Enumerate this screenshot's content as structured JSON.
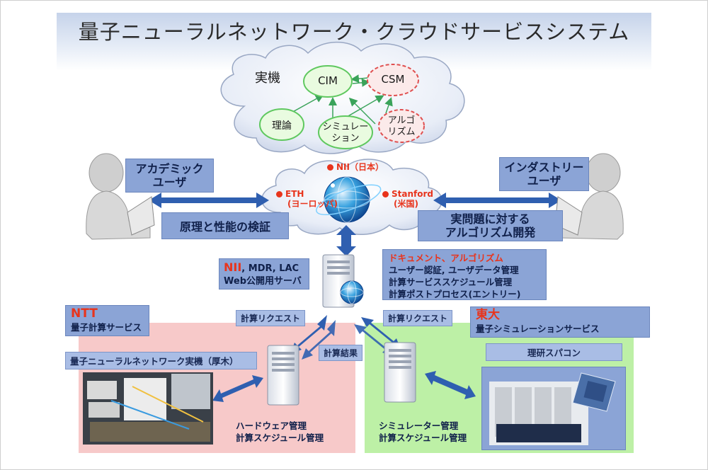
{
  "title": "量子ニューラルネットワーク・クラウドサービスシステム",
  "top_cloud": {
    "label": "実機",
    "nodes": {
      "cim": "CIM",
      "csm": "CSM",
      "theory": "理論",
      "simulation": "シミュレー\nション",
      "algorithm": "アルゴ\nリズム"
    }
  },
  "network_cloud": {
    "nii": "NII（日本）",
    "eth_line1": "ETH",
    "eth_line2": "(ヨーロッパ)",
    "stanford_line1": "Stanford",
    "stanford_line2": "(米国)"
  },
  "academic": {
    "user_line1": "アカデミック",
    "user_line2": "ユーザ",
    "purpose": "原理と性能の検証"
  },
  "industry": {
    "user_line1": "インダストリー",
    "user_line2": "ユーザ",
    "purpose_line1": "実問題に対する",
    "purpose_line2": "アルゴリズム開発"
  },
  "web_server": {
    "label_red": "NII",
    "label_rest": ", MDR, LAC",
    "label_line2": "Web公開用サーバ",
    "features_red": "ドキュメント、アルゴリズム",
    "features": [
      "ユーザー認証, ユーザデータ管理",
      "計算サービススケジュール管理",
      "計算ポストプロセス(エントリー)"
    ]
  },
  "ntt": {
    "name": "NTT",
    "service": "量子計算サービス",
    "device": "量子ニューラルネットワーク実機（厚木）",
    "mgmt_line1": "ハードウェア管理",
    "mgmt_line2": "計算スケジュール管理"
  },
  "todai": {
    "name": "東大",
    "service": "量子シミュレーションサービス",
    "device": "理研スパコン",
    "mgmt_line1": "シミュレーター管理",
    "mgmt_line2": "計算スケジュール管理"
  },
  "flows": {
    "request_left": "計算リクエスト",
    "request_right": "計算リクエスト",
    "result": "計算結果"
  },
  "colors": {
    "box_fill": "#8ba4d6",
    "accent_red": "#e8341c",
    "arrow_blue": "#2f5fb0",
    "node_green": "#5fc85f",
    "node_red": "#e05050"
  }
}
